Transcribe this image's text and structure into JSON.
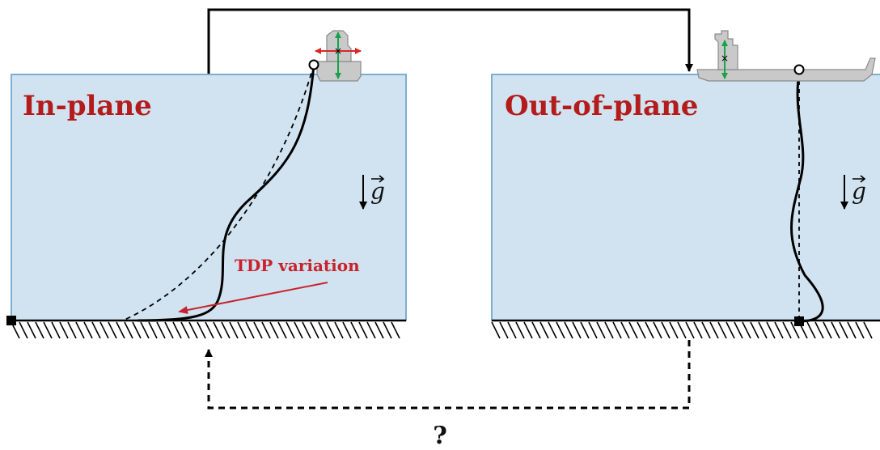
{
  "panels": [
    {
      "id": "in-plane",
      "title": "In-plane",
      "annotation": "TDP variation",
      "gravity": "g"
    },
    {
      "id": "out-of-plane",
      "title": "Out-of-plane",
      "gravity": "g"
    }
  ],
  "connector": {
    "question": "?"
  },
  "colors": {
    "water": "#d1e3f0",
    "water_edge": "#7aaed3",
    "title": "#b41c1c",
    "annotation": "#c8232c",
    "motion_heave": "#16a34a",
    "motion_surge": "#dc2626",
    "ship": "#c9c9c9"
  }
}
